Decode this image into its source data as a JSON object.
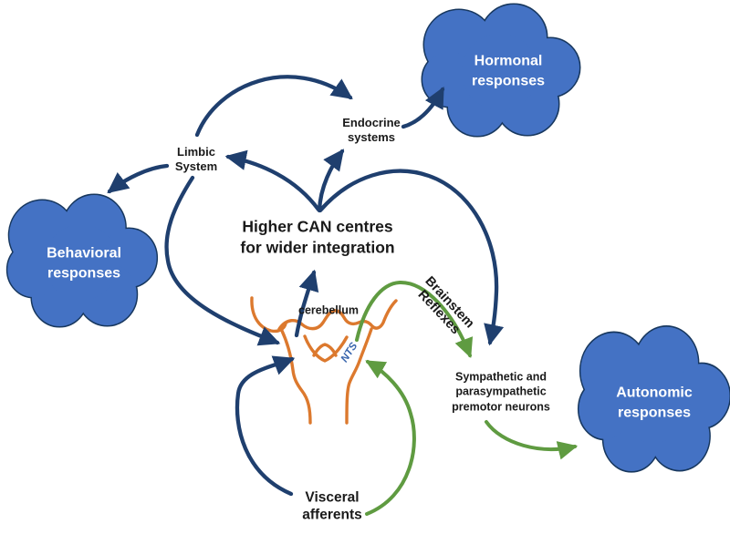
{
  "diagram": {
    "clouds": {
      "hormonal": {
        "lines": [
          "Hormonal",
          "responses"
        ]
      },
      "behavioral": {
        "lines": [
          "Behavioral",
          "responses"
        ]
      },
      "autonomic": {
        "lines": [
          "Autonomic",
          "responses"
        ]
      }
    },
    "labels": {
      "limbic_system": {
        "lines": [
          "Limbic",
          "System"
        ]
      },
      "endocrine_systems": {
        "lines": [
          "Endocrine",
          "systems"
        ]
      },
      "higher_can": {
        "lines": [
          "Higher CAN centres",
          "for wider integration"
        ]
      },
      "cerebellum": {
        "text": "cerebellum"
      },
      "nts": {
        "text": "NTS"
      },
      "brainstem_reflexes": {
        "lines": [
          "Brainstem",
          "Reflexes"
        ]
      },
      "premotor_neurons": {
        "lines": [
          "Sympathetic and",
          "parasympathetic",
          "premotor neurons"
        ]
      },
      "visceral_afferents": {
        "lines": [
          "Visceral",
          "afferents"
        ]
      }
    },
    "colors": {
      "arrow_navy": "#1f3f6e",
      "arrow_green": "#5f9b41",
      "brainstem_orange": "#dc792e",
      "cloud_fill": "#4472c4",
      "cloud_outline": "#17375e",
      "cloud_text": "#ffffff",
      "label_text": "#1a1a1a",
      "nts_blue": "#3a66ad",
      "background": "#ffffff"
    }
  }
}
